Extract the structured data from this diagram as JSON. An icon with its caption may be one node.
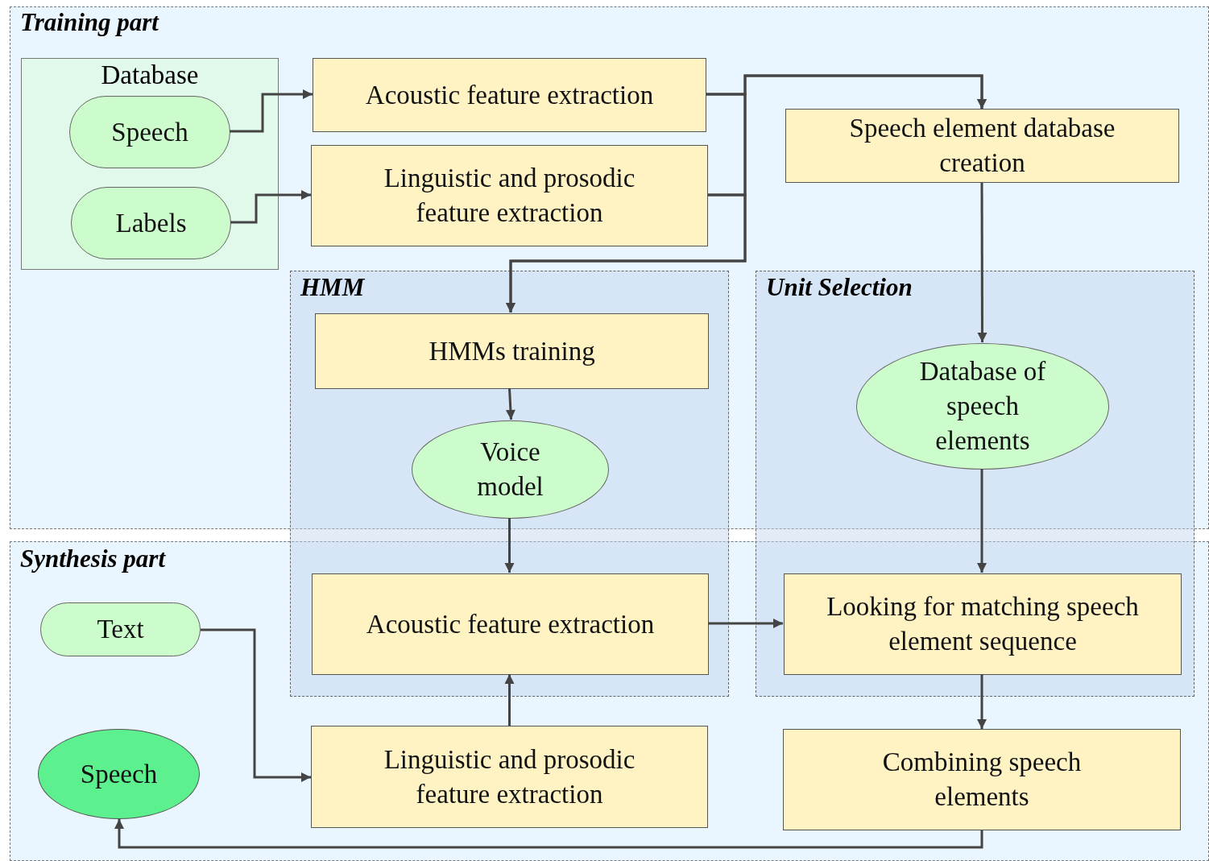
{
  "diagram": {
    "nodes": [
      {
        "text": [
          "Database"
        ]
      },
      {
        "text": [
          "Speech"
        ],
        "in": 0
      },
      {
        "text": [
          "Labels"
        ],
        "in": 0
      },
      {
        "text": [
          "Acoustic feature extraction"
        ]
      },
      {
        "text": [
          "Linguistic and prosodic feature extraction"
        ]
      },
      {
        "text": [
          "Speech element database creation"
        ]
      },
      {
        "text": [
          "HMM"
        ]
      },
      {
        "text": [
          "HMMs training"
        ],
        "in": 6
      },
      {
        "text": [
          "Voice model"
        ],
        "in": 6
      },
      {
        "text": [
          "Acoustic feature extraction"
        ],
        "in": 6
      },
      {
        "text": [
          "Unit Selection"
        ]
      },
      {
        "text": [
          "Database of speech elements"
        ],
        "in": 10
      },
      {
        "text": [
          "Looking for matching speech element sequence"
        ],
        "in": 10
      },
      {
        "text": [
          "Text"
        ]
      },
      {
        "text": [
          "Speech"
        ]
      },
      {
        "text": [
          "Linguistic and prosodic feature extraction"
        ]
      },
      {
        "text": [
          "Combining speech elements"
        ]
      }
    ],
    "edges": [
      {
        "from": 1,
        "to": 3,
        "arrow": "to"
      },
      {
        "from": 2,
        "to": 4,
        "arrow": "to"
      },
      {
        "from": 3,
        "to": 5,
        "arrow": "to"
      },
      {
        "from": 4,
        "to": 5,
        "arrow": "to"
      },
      {
        "from": 3,
        "to": 7,
        "arrow": "to"
      },
      {
        "from": 4,
        "to": 7,
        "arrow": "to"
      },
      {
        "from": 5,
        "to": 11,
        "arrow": "to"
      },
      {
        "from": 7,
        "to": 8,
        "arrow": "to"
      },
      {
        "from": 8,
        "to": 9,
        "arrow": "to"
      },
      {
        "from": 11,
        "to": 12,
        "arrow": "to"
      },
      {
        "from": 9,
        "to": 12,
        "arrow": "to"
      },
      {
        "from": 13,
        "to": 15,
        "arrow": "to"
      },
      {
        "from": 15,
        "to": 9,
        "arrow": "to"
      },
      {
        "from": 12,
        "to": 16,
        "arrow": "to"
      },
      {
        "from": 16,
        "to": 14,
        "arrow": "to"
      }
    ],
    "labels": [
      "Training part",
      "Synthesis part"
    ]
  }
}
